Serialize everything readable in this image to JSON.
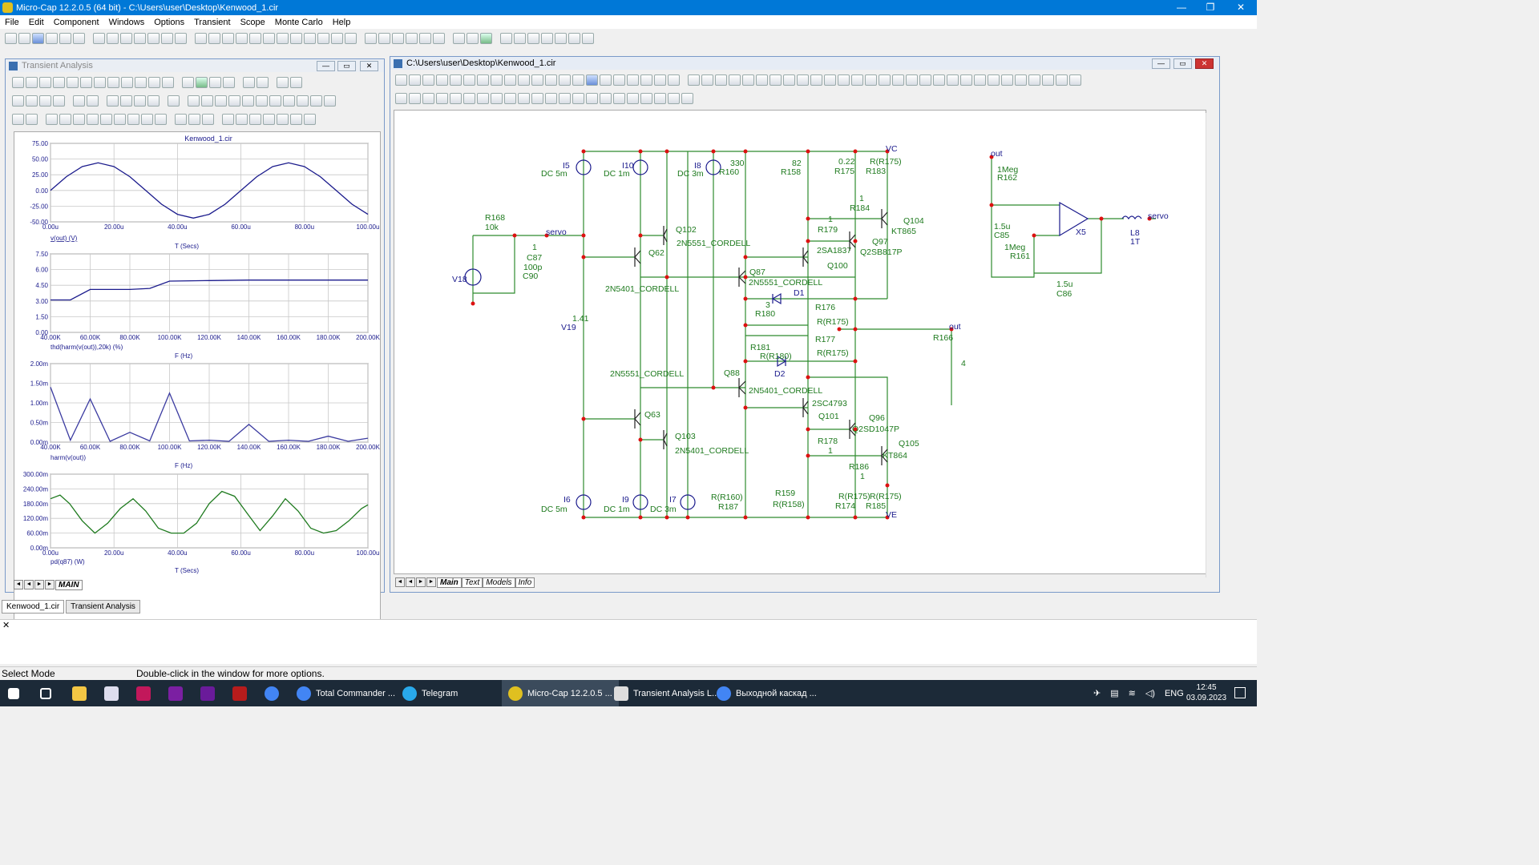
{
  "window": {
    "title": "Micro-Cap 12.2.0.5 (64 bit) - C:\\Users\\user\\Desktop\\Kenwood_1.cir",
    "minimize": "—",
    "maximize": "❐",
    "close": "✕"
  },
  "menu": [
    "File",
    "Edit",
    "Component",
    "Windows",
    "Options",
    "Transient",
    "Scope",
    "Monte Carlo",
    "Help"
  ],
  "transient_window": {
    "title": "Transient Analysis",
    "tabs": [
      "MAIN"
    ],
    "plots": [
      {
        "title": "Kenwood_1.cir",
        "expr": "v(out) (V)",
        "xlabel": "T (Secs)",
        "yticks": [
          "75.00",
          "50.00",
          "25.00",
          "0.00",
          "-25.00",
          "-50.00"
        ],
        "xticks": [
          "0.00u",
          "20.00u",
          "40.00u",
          "60.00u",
          "80.00u",
          "100.00u"
        ]
      },
      {
        "title": "",
        "expr": "thd(harm(v(out)),20k) (%)",
        "xlabel": "F (Hz)",
        "yticks": [
          "7.50",
          "6.00",
          "4.50",
          "3.00",
          "1.50",
          "0.00"
        ],
        "xticks": [
          "40.00K",
          "60.00K",
          "80.00K",
          "100.00K",
          "120.00K",
          "140.00K",
          "160.00K",
          "180.00K",
          "200.00K"
        ]
      },
      {
        "title": "",
        "expr": "harm(v(out))",
        "xlabel": "F (Hz)",
        "yticks": [
          "2.00m",
          "1.50m",
          "1.00m",
          "0.50m",
          "0.00m"
        ],
        "xticks": [
          "40.00K",
          "60.00K",
          "80.00K",
          "100.00K",
          "120.00K",
          "140.00K",
          "160.00K",
          "180.00K",
          "200.00K"
        ]
      },
      {
        "title": "",
        "expr": "pd(q87) (W)",
        "xlabel": "T (Secs)",
        "yticks": [
          "300.00m",
          "240.00m",
          "180.00m",
          "120.00m",
          "60.00m",
          "0.00m"
        ],
        "xticks": [
          "0.00u",
          "20.00u",
          "40.00u",
          "60.00u",
          "80.00u",
          "100.00u"
        ]
      }
    ],
    "colors": {
      "trace1": "#1a1a8c",
      "trace2": "#1a1a8c",
      "trace3": "#3a3aa0",
      "trace4": "#1e7a1e",
      "grid": "#c8c8c8"
    }
  },
  "chart_data": [
    {
      "type": "line",
      "title": "Kenwood_1.cir",
      "xlabel": "T (Secs)",
      "ylabel": "v(out) (V)",
      "xlim": [
        0,
        100
      ],
      "ylim": [
        -50,
        75
      ],
      "series": [
        {
          "name": "v(out) (V)",
          "x": [
            0,
            5,
            10,
            15,
            20,
            25,
            30,
            35,
            40,
            45,
            50,
            55,
            60,
            65,
            70,
            75,
            80,
            85,
            90,
            95,
            100
          ],
          "y": [
            0,
            22,
            38,
            44,
            38,
            22,
            0,
            -22,
            -38,
            -44,
            -38,
            -22,
            0,
            22,
            38,
            44,
            38,
            22,
            0,
            -22,
            -38
          ]
        }
      ]
    },
    {
      "type": "line",
      "xlabel": "F (Hz)",
      "ylabel": "thd(harm(v(out)),20k) (%)",
      "xlim": [
        40,
        200
      ],
      "ylim": [
        0,
        7.5
      ],
      "series": [
        {
          "name": "thd(harm(v(out)),20k) (%)",
          "x": [
            40,
            50,
            60,
            80,
            90,
            100,
            120,
            140,
            160,
            180,
            200
          ],
          "y": [
            3.1,
            3.1,
            4.1,
            4.1,
            4.2,
            4.9,
            4.95,
            5.0,
            5.0,
            5.0,
            5.0
          ]
        }
      ]
    },
    {
      "type": "line",
      "xlabel": "F (Hz)",
      "ylabel": "harm(v(out))",
      "xlim": [
        40,
        200
      ],
      "ylim": [
        0,
        2
      ],
      "series": [
        {
          "name": "harm(v(out))",
          "x": [
            40,
            50,
            60,
            70,
            80,
            90,
            100,
            110,
            120,
            130,
            140,
            150,
            160,
            170,
            180,
            190,
            200
          ],
          "y": [
            1.4,
            0.05,
            1.1,
            0.02,
            0.25,
            0.03,
            1.25,
            0.03,
            0.05,
            0.02,
            0.45,
            0.02,
            0.05,
            0.02,
            0.15,
            0.02,
            0.1
          ]
        }
      ]
    },
    {
      "type": "line",
      "xlabel": "T (Secs)",
      "ylabel": "pd(q87) (W)",
      "xlim": [
        0,
        100
      ],
      "ylim": [
        0,
        300
      ],
      "series": [
        {
          "name": "pd(q87) (W)",
          "x": [
            0,
            3,
            6,
            10,
            14,
            18,
            22,
            26,
            30,
            34,
            38,
            42,
            46,
            50,
            54,
            58,
            62,
            66,
            70,
            74,
            78,
            82,
            86,
            90,
            94,
            98,
            100
          ],
          "y": [
            200,
            215,
            180,
            110,
            60,
            100,
            160,
            200,
            150,
            80,
            60,
            60,
            100,
            180,
            230,
            210,
            140,
            70,
            130,
            200,
            150,
            80,
            60,
            70,
            110,
            160,
            175
          ]
        }
      ]
    }
  ],
  "schematic_window": {
    "title": "C:\\Users\\user\\Desktop\\Kenwood_1.cir",
    "tabs": [
      "Main",
      "Text",
      "Models",
      "Info"
    ],
    "labels": [
      "I5",
      "DC 5m",
      "I10",
      "DC  1m",
      "I8",
      "DC 3m",
      "330",
      "R160",
      "82",
      "R158",
      "0.22",
      "R175",
      "R(R175)",
      "R183",
      "VC",
      "R168",
      "10k",
      "servo",
      "1",
      "C87",
      "100p",
      "C90",
      "V18",
      "Q102",
      "2N5551_CORDELL",
      "Q62",
      "2N5401_CORDELL",
      "1",
      "R184",
      "Q104",
      "KT865",
      "1",
      "R179",
      "Q97",
      "2SA1837",
      "Q2SB817P",
      "Q100",
      "Q87",
      "2N5551_CORDELL",
      "D1",
      "3",
      "R180",
      "R176",
      "R(R175)",
      "R177",
      "R(R175)",
      "R181",
      "R(R180)",
      "D2",
      "out",
      "R166",
      "4",
      "1.41",
      "V19",
      "2N5551_CORDELL",
      "Q88",
      "2N5401_CORDELL",
      "2SC4793",
      "Q101",
      "Q96",
      "Q63",
      "Q103",
      "2N5401_CORDELL",
      "R178",
      "Q2SD1047P",
      "1",
      "R186",
      "Q105",
      "KT864",
      "1",
      "R159",
      "R(R158)",
      "R(R160)",
      "R187",
      "R(R175)",
      "R(R175)",
      "R174",
      "R185",
      "VE",
      "I6",
      "DC 5m",
      "I9",
      "DC  1m",
      "I7",
      "DC 3m",
      "out",
      "1Meg",
      "R162",
      "1.5u",
      "C85",
      "1Meg",
      "R161",
      "X5",
      "servo",
      "L8",
      "1T",
      "1.5u",
      "C86"
    ]
  },
  "document_tabs": [
    "Kenwood_1.cir",
    "Transient Analysis"
  ],
  "status": {
    "mode": "Select Mode",
    "hint": "Double-click in the window for more options."
  },
  "taskbar": {
    "apps": [
      "Total Commander ...",
      "Telegram",
      "Micro-Cap 12.2.0.5 ...",
      "Transient Analysis L...",
      "Выходной каскад ..."
    ],
    "lang": "ENG",
    "time": "12:45",
    "date": "03.09.2023"
  }
}
